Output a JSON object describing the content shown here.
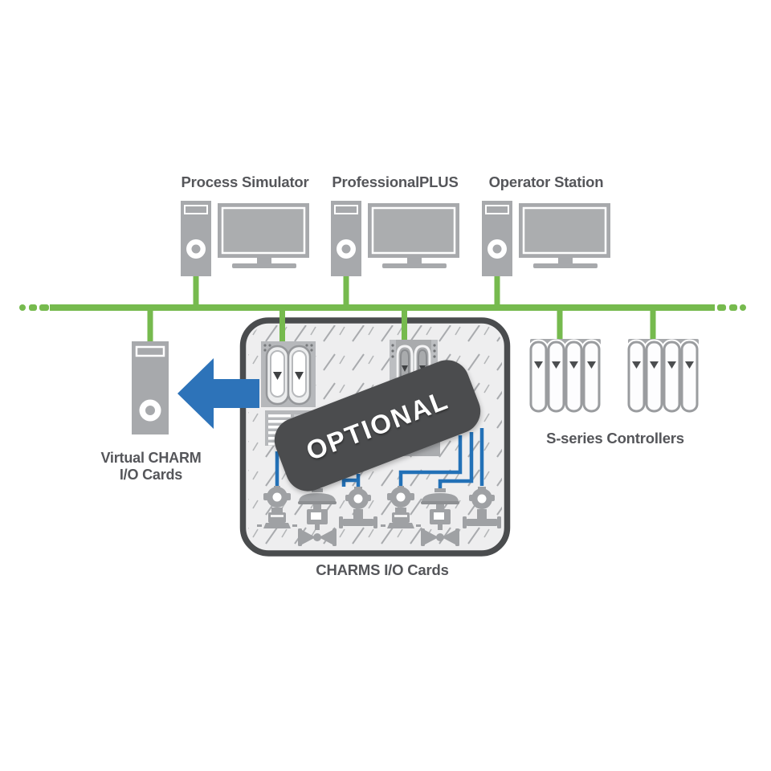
{
  "diagram": {
    "stations": [
      {
        "label": "Process Simulator"
      },
      {
        "label": "ProfessionalPLUS"
      },
      {
        "label": "Operator Station"
      }
    ],
    "virtual_charm": {
      "line1": "Virtual CHARM",
      "line2": "I/O Cards"
    },
    "optional_banner": {
      "label": "OPTIONAL"
    },
    "charms_box": {
      "label": "CHARMS I/O Cards"
    },
    "controllers": {
      "label": "S-series Controllers"
    },
    "colors": {
      "network_green": "#76ba4e",
      "arrow_blue": "#2d73b9",
      "wire_blue": "#2371b7",
      "banner_gray": "#4b4c4e",
      "box_border_gray": "#4a4c4e",
      "box_fill": "#eeeeef",
      "hardware_gray": "#a7a9ac",
      "label_gray": "#55565a"
    }
  }
}
